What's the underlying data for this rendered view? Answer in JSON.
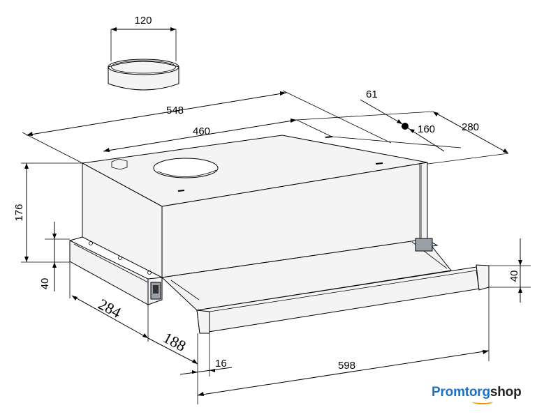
{
  "dimensions": {
    "duct_diameter": "120",
    "depth_total": "548",
    "depth_inner": "460",
    "outlet_offset": "61",
    "outlet_to_back": "160",
    "width_top": "280",
    "height_body": "176",
    "front_panel_height_left": "40",
    "front_panel_height_right": "40",
    "side_depth": "284",
    "slide_depth": "188",
    "front_offset": "16",
    "front_width": "598"
  },
  "brand": {
    "part1": "Promtorg",
    "part2": "shop"
  }
}
